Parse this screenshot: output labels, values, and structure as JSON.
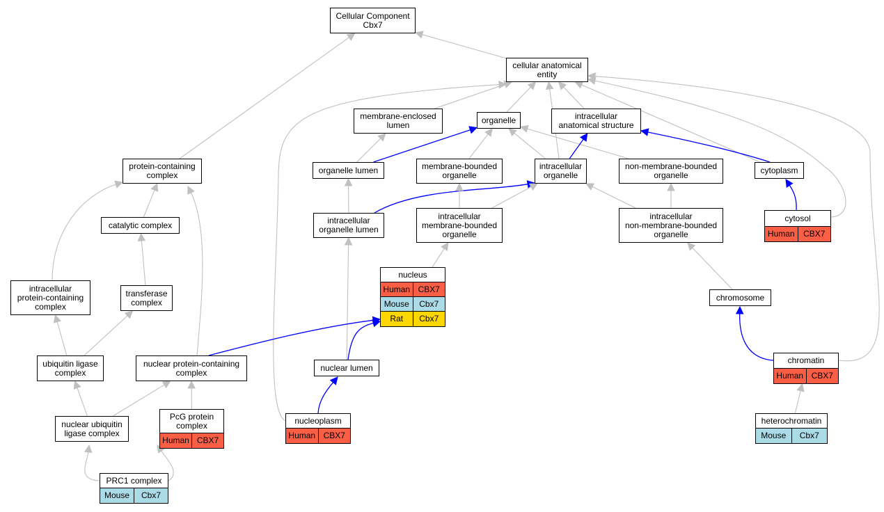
{
  "colors": {
    "edge_gray": "#c0c0c0",
    "edge_blue": "#0000ff",
    "human": "#fa5f46",
    "mouse": "#acdbe8",
    "rat": "#ffd700"
  },
  "nodes": {
    "cellular_component": [
      "Cellular Component",
      "Cbx7"
    ],
    "cellular_anatomical_entity": [
      "cellular anatomical",
      "entity"
    ],
    "membrane_enclosed_lumen": [
      "membrane-enclosed",
      "lumen"
    ],
    "organelle": [
      "organelle"
    ],
    "intracellular_anatomical_structure": [
      "intracellular",
      "anatomical structure"
    ],
    "protein_containing_complex": [
      "protein-containing",
      "complex"
    ],
    "organelle_lumen": [
      "organelle lumen"
    ],
    "membrane_bounded_organelle": [
      "membrane-bounded",
      "organelle"
    ],
    "intracellular_organelle": [
      "intracellular",
      "organelle"
    ],
    "non_membrane_bounded_organelle": [
      "non-membrane-bounded",
      "organelle"
    ],
    "cytoplasm": [
      "cytoplasm"
    ],
    "catalytic_complex": [
      "catalytic complex"
    ],
    "intracellular_organelle_lumen": [
      "intracellular",
      "organelle lumen"
    ],
    "intracellular_membrane_bounded_organelle": [
      "intracellular",
      "membrane-bounded",
      "organelle"
    ],
    "intracellular_non_membrane_bounded_organelle": [
      "intracellular",
      "non-membrane-bounded",
      "organelle"
    ],
    "cytosol": [
      "cytosol"
    ],
    "intracellular_protein_containing_complex": [
      "intracellular",
      "protein-containing",
      "complex"
    ],
    "transferase_complex": [
      "transferase",
      "complex"
    ],
    "nucleus": [
      "nucleus"
    ],
    "chromosome": [
      "chromosome"
    ],
    "ubiquitin_ligase_complex": [
      "ubiquitin ligase",
      "complex"
    ],
    "nuclear_protein_containing_complex": [
      "nuclear protein-containing",
      "complex"
    ],
    "nuclear_lumen": [
      "nuclear lumen"
    ],
    "chromatin": [
      "chromatin"
    ],
    "nuclear_ubiquitin_ligase_complex": [
      "nuclear ubiquitin",
      "ligase complex"
    ],
    "pcg_protein_complex": [
      "PcG protein",
      "complex"
    ],
    "nucleoplasm": [
      "nucleoplasm"
    ],
    "heterochromatin": [
      "heterochromatin"
    ],
    "prc1_complex": [
      "PRC1 complex"
    ]
  },
  "annotations": {
    "cytosol": [
      [
        "Human",
        "CBX7"
      ]
    ],
    "nucleus": [
      [
        "Human",
        "CBX7"
      ],
      [
        "Mouse",
        "Cbx7"
      ],
      [
        "Rat",
        "Cbx7"
      ]
    ],
    "chromatin": [
      [
        "Human",
        "CBX7"
      ]
    ],
    "pcg_protein_complex": [
      [
        "Human",
        "CBX7"
      ]
    ],
    "nucleoplasm": [
      [
        "Human",
        "CBX7"
      ]
    ],
    "heterochromatin": [
      [
        "Mouse",
        "Cbx7"
      ]
    ],
    "prc1_complex": [
      [
        "Mouse",
        "Cbx7"
      ]
    ]
  },
  "edges": [
    {
      "from": "cellular_anatomical_entity",
      "to": "cellular_component",
      "color": "gray"
    },
    {
      "from": "protein_containing_complex",
      "to": "cellular_component",
      "color": "gray"
    },
    {
      "from": "membrane_enclosed_lumen",
      "to": "cellular_anatomical_entity",
      "color": "gray"
    },
    {
      "from": "organelle",
      "to": "cellular_anatomical_entity",
      "color": "gray"
    },
    {
      "from": "intracellular_anatomical_structure",
      "to": "cellular_anatomical_entity",
      "color": "gray"
    },
    {
      "from": "nucleoplasm",
      "to": "cellular_anatomical_entity",
      "color": "gray"
    },
    {
      "from": "intracellular_organelle",
      "to": "cellular_anatomical_entity",
      "color": "gray"
    },
    {
      "from": "cytoplasm",
      "to": "cellular_anatomical_entity",
      "color": "gray"
    },
    {
      "from": "cytosol",
      "to": "cellular_anatomical_entity",
      "color": "gray"
    },
    {
      "from": "chromatin",
      "to": "cellular_anatomical_entity",
      "color": "gray"
    },
    {
      "from": "organelle_lumen",
      "to": "membrane_enclosed_lumen",
      "color": "gray"
    },
    {
      "from": "organelle_lumen",
      "to": "organelle",
      "color": "blue"
    },
    {
      "from": "membrane_bounded_organelle",
      "to": "organelle",
      "color": "gray"
    },
    {
      "from": "intracellular_organelle",
      "to": "organelle",
      "color": "gray"
    },
    {
      "from": "non_membrane_bounded_organelle",
      "to": "organelle",
      "color": "gray"
    },
    {
      "from": "intracellular_organelle",
      "to": "intracellular_anatomical_structure",
      "color": "blue"
    },
    {
      "from": "cytoplasm",
      "to": "intracellular_anatomical_structure",
      "color": "blue"
    },
    {
      "from": "intracellular_organelle_lumen",
      "to": "organelle_lumen",
      "color": "gray"
    },
    {
      "from": "intracellular_organelle_lumen",
      "to": "intracellular_organelle",
      "color": "blue"
    },
    {
      "from": "intracellular_membrane_bounded_organelle",
      "to": "membrane_bounded_organelle",
      "color": "gray"
    },
    {
      "from": "intracellular_membrane_bounded_organelle",
      "to": "intracellular_organelle",
      "color": "gray"
    },
    {
      "from": "intracellular_non_membrane_bounded_organelle",
      "to": "intracellular_organelle",
      "color": "gray"
    },
    {
      "from": "intracellular_non_membrane_bounded_organelle",
      "to": "non_membrane_bounded_organelle",
      "color": "gray"
    },
    {
      "from": "cytosol",
      "to": "cytoplasm",
      "color": "blue"
    },
    {
      "from": "catalytic_complex",
      "to": "protein_containing_complex",
      "color": "gray"
    },
    {
      "from": "intracellular_protein_containing_complex",
      "to": "protein_containing_complex",
      "color": "gray"
    },
    {
      "from": "nuclear_protein_containing_complex",
      "to": "protein_containing_complex",
      "color": "gray"
    },
    {
      "from": "transferase_complex",
      "to": "catalytic_complex",
      "color": "gray"
    },
    {
      "from": "nucleus",
      "to": "intracellular_membrane_bounded_organelle",
      "color": "gray"
    },
    {
      "from": "chromosome",
      "to": "intracellular_non_membrane_bounded_organelle",
      "color": "gray"
    },
    {
      "from": "nuclear_lumen",
      "to": "intracellular_organelle_lumen",
      "color": "gray"
    },
    {
      "from": "ubiquitin_ligase_complex",
      "to": "intracellular_protein_containing_complex",
      "color": "gray"
    },
    {
      "from": "ubiquitin_ligase_complex",
      "to": "transferase_complex",
      "color": "gray"
    },
    {
      "from": "nuclear_protein_containing_complex",
      "to": "nucleus",
      "color": "blue"
    },
    {
      "from": "nuclear_lumen",
      "to": "nucleus",
      "color": "blue"
    },
    {
      "from": "chromatin",
      "to": "chromosome",
      "color": "blue"
    },
    {
      "from": "nuclear_ubiquitin_ligase_complex",
      "to": "ubiquitin_ligase_complex",
      "color": "gray"
    },
    {
      "from": "nuclear_ubiquitin_ligase_complex",
      "to": "nuclear_protein_containing_complex",
      "color": "gray"
    },
    {
      "from": "pcg_protein_complex",
      "to": "nuclear_protein_containing_complex",
      "color": "gray"
    },
    {
      "from": "nucleoplasm",
      "to": "nuclear_lumen",
      "color": "blue"
    },
    {
      "from": "heterochromatin",
      "to": "chromatin",
      "color": "gray"
    },
    {
      "from": "prc1_complex",
      "to": "nuclear_ubiquitin_ligase_complex",
      "color": "gray"
    },
    {
      "from": "prc1_complex",
      "to": "pcg_protein_complex",
      "color": "gray"
    }
  ]
}
